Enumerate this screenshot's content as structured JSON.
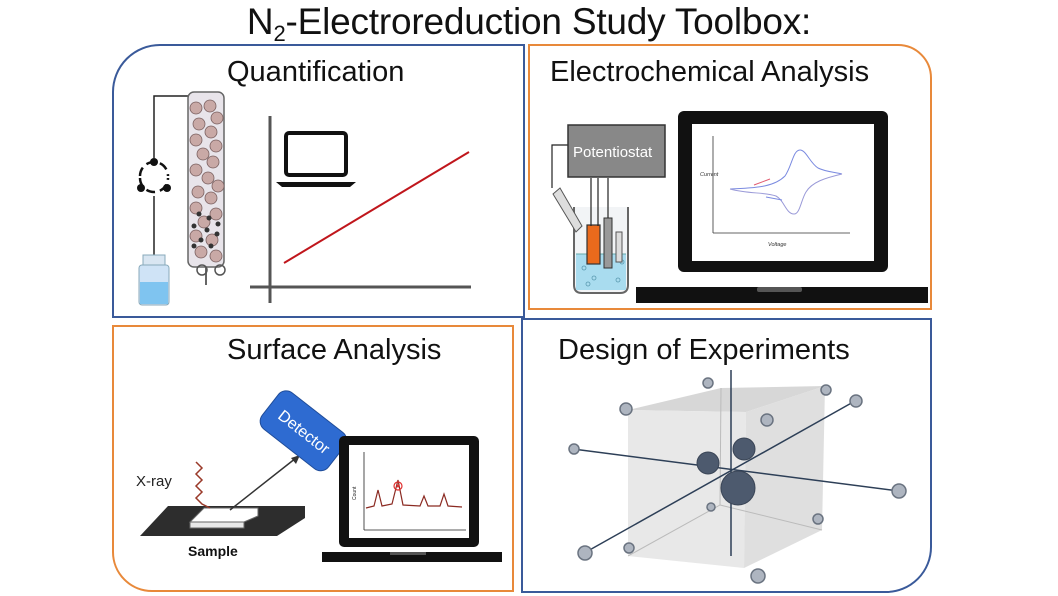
{
  "title": {
    "prefix": "N",
    "subscript": "2",
    "suffix": "-Electroreduction Study Toolbox:"
  },
  "panels": {
    "quantification": {
      "title": "Quantification"
    },
    "electrochemical": {
      "title": "Electrochemical Analysis",
      "instrument_label": "Potentiostat",
      "x_axis": "Voltage",
      "y_axis": "Current"
    },
    "surface": {
      "title": "Surface Analysis",
      "detector_label": "Detector",
      "xray_label": "X-ray",
      "sample_label": "Sample",
      "y_axis": "Count"
    },
    "doe": {
      "title": "Design of Experiments"
    }
  },
  "colors": {
    "blue_border": "#3a5a9a",
    "orange_border": "#e8893a",
    "red_line": "#c0161c"
  }
}
